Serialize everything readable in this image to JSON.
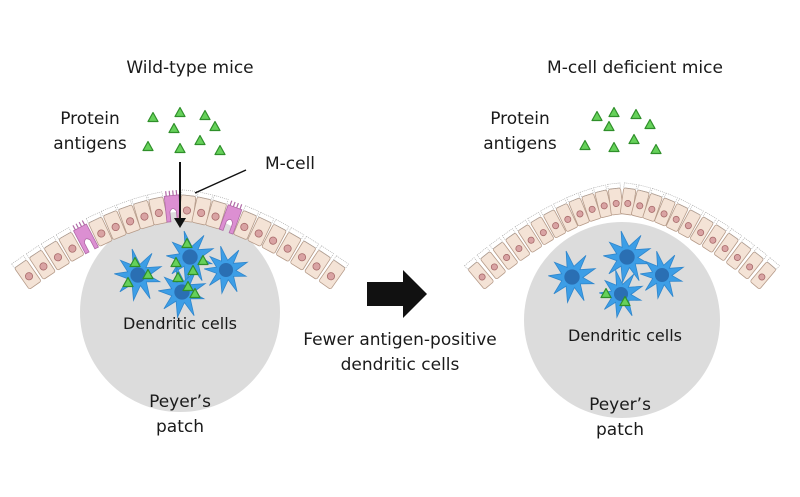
{
  "colors": {
    "antigen_fill": "#66d15a",
    "antigen_stroke": "#2f8f2a",
    "dendritic_fill": "#3d9ee6",
    "dendritic_nucleus": "#2a6fb3",
    "patch_fill": "#dcdcdc",
    "epithelial_fill": "#f4e3d6",
    "epithelial_stroke": "#b59a88",
    "nucleus_fill": "#d9a3a3",
    "mcell_fill": "#dc8fd2",
    "microvilli": "#9e9e9e",
    "arrow": "#111111"
  },
  "left_panel": {
    "title": "Wild-type mice",
    "antigen_label_line1": "Protein",
    "antigen_label_line2": "antigens",
    "mcell_label": "M-cell",
    "dendritic_label": "Dendritic cells",
    "patch_label_line1": "Peyer’s",
    "patch_label_line2": "patch",
    "antigen_count": 10,
    "dendritic_cell_count": 4,
    "mcell_count": 3
  },
  "center": {
    "arrow_icon": "right-arrow",
    "caption_line1": "Fewer antigen-positive",
    "caption_line2": "dendritic cells"
  },
  "right_panel": {
    "title": "M-cell deficient mice",
    "antigen_label_line1": "Protein",
    "antigen_label_line2": "antigens",
    "dendritic_label": "Dendritic cells",
    "patch_label_line1": "Peyer’s",
    "patch_label_line2": "patch",
    "antigen_count": 10,
    "dendritic_cell_count": 4,
    "mcell_count": 0
  }
}
